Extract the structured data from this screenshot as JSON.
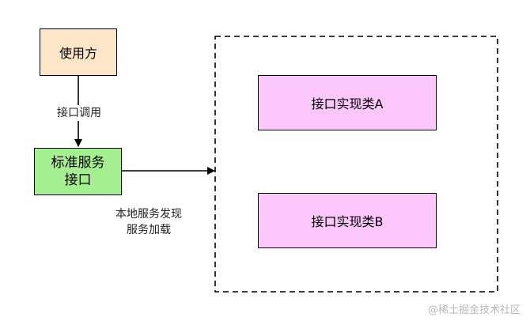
{
  "nodes": {
    "user": "使用方",
    "standard_service": "标准服务\n接口",
    "impl_a": "接口实现类A",
    "impl_b": "接口实现类B"
  },
  "edges": {
    "user_to_standard": "接口调用",
    "standard_to_container": "本地服务发现\n服务加载"
  },
  "watermark": "@稀土掘金技术社区",
  "colors": {
    "user_fill": "#fde6c8",
    "standard_fill": "#a6ef90",
    "impl_fill": "#fcc8fc",
    "stroke": "#000000"
  }
}
